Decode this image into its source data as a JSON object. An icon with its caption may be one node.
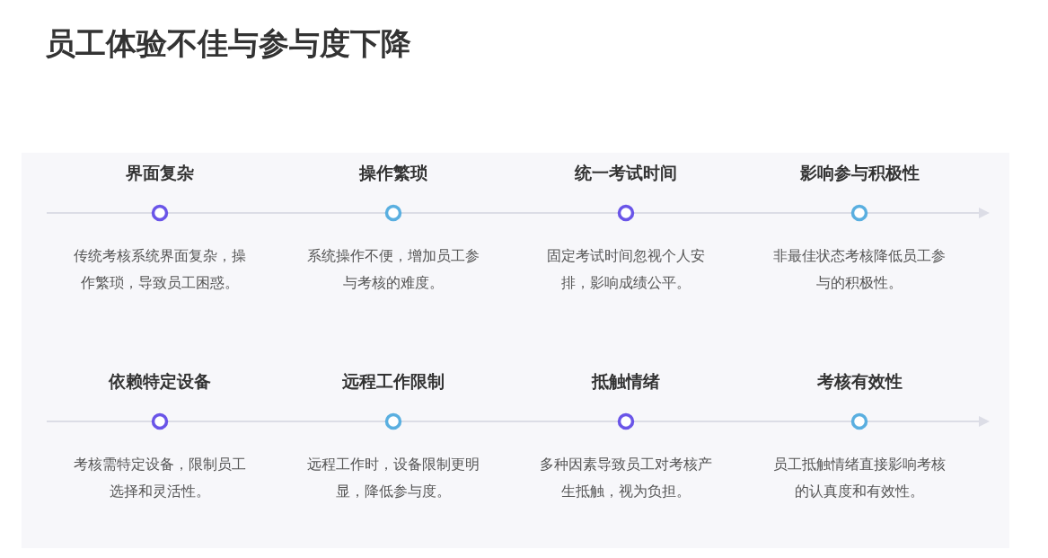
{
  "diagram": {
    "title": "员工体验不佳与参与度下降",
    "nodes": [
      {
        "text": [
          "界面复杂",
          "传统考核系统界面复杂，操作繁琐，导致员工困惑。"
        ]
      },
      {
        "text": [
          "操作繁琐",
          "系统操作不便，增加员工参与考核的难度。"
        ]
      },
      {
        "text": [
          "统一考试时间",
          "固定考试时间忽视个人安排，影响成绩公平。"
        ]
      },
      {
        "text": [
          "影响参与积极性",
          "非最佳状态考核降低员工参与的积极性。"
        ]
      },
      {
        "text": [
          "依赖特定设备",
          "考核需特定设备，限制员工选择和灵活性。"
        ]
      },
      {
        "text": [
          "远程工作限制",
          "远程工作时，设备限制更明显，降低参与度。"
        ]
      },
      {
        "text": [
          "抵触情绪",
          "多种因素导致员工对考核产生抵触，视为负担。"
        ]
      },
      {
        "text": [
          "考核有效性",
          "员工抵触情绪直接影响考核的认真度和有效性。"
        ]
      }
    ]
  }
}
